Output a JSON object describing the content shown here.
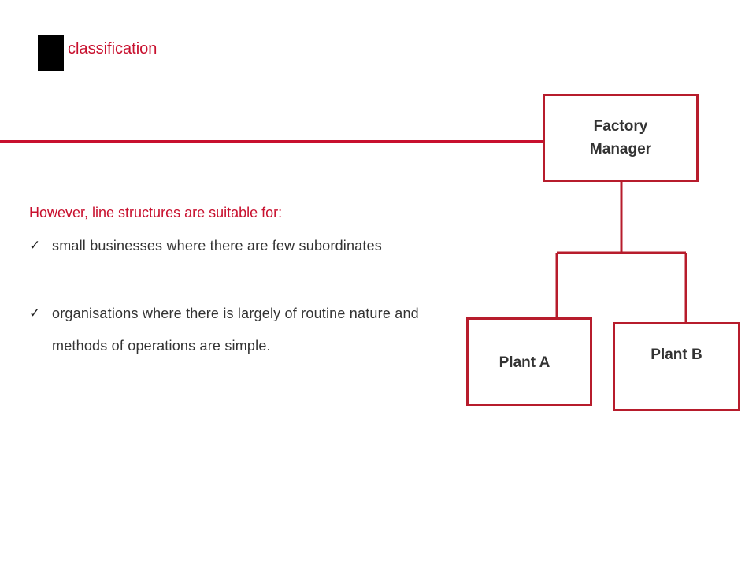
{
  "slide": {
    "title": "classification"
  },
  "content": {
    "lead": "However, line structures are suitable for:",
    "bullets": [
      {
        "marker": "✓",
        "text": "small businesses where there are few subordinates"
      },
      {
        "marker": "✓",
        "text": "organisations where there is largely of routine nature and methods of operations are simple."
      }
    ]
  },
  "org_chart": {
    "root": {
      "label": "Factory Manager"
    },
    "children": [
      {
        "label": "Plant A"
      },
      {
        "label": "Plant B"
      }
    ]
  },
  "colors": {
    "accent": "#c8102e",
    "box_border": "#b71c2c",
    "text": "#333333"
  }
}
